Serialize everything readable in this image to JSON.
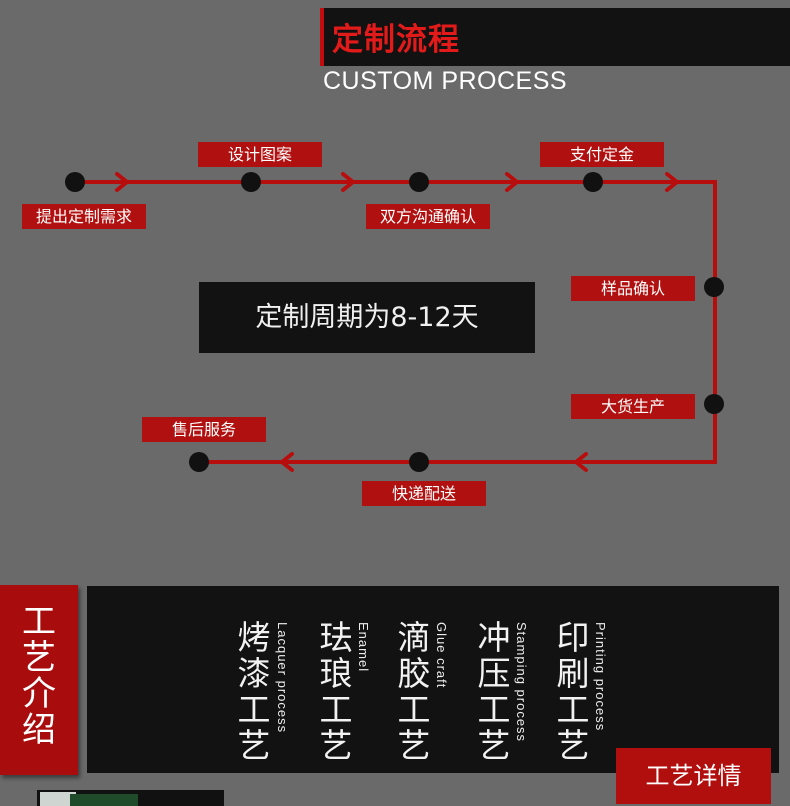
{
  "header": {
    "title": "定制流程",
    "subtitle": "CUSTOM PROCESS"
  },
  "colors": {
    "background": "#6a6a6a",
    "accent_red": "#b0100f",
    "panel_dark": "#121212",
    "title_red": "#e21a1a"
  },
  "process": {
    "steps": [
      {
        "label": "提出定制需求"
      },
      {
        "label": "设计图案"
      },
      {
        "label": "双方沟通确认"
      },
      {
        "label": "支付定金"
      },
      {
        "label": "样品确认"
      },
      {
        "label": "大货生产"
      },
      {
        "label": "快递配送"
      },
      {
        "label": "售后服务"
      }
    ],
    "cycle_note": "定制周期为8-12天"
  },
  "crafts": {
    "section_title": "工艺介绍",
    "items": [
      {
        "cn": "烤漆工艺",
        "en": "Lacquer process"
      },
      {
        "cn": "珐琅工艺",
        "en": "Enamel"
      },
      {
        "cn": "滴胶工艺",
        "en": "Glue craft"
      },
      {
        "cn": "冲压工艺",
        "en": "Stamping process"
      },
      {
        "cn": "印刷工艺",
        "en": "Printing process"
      }
    ],
    "detail_button": "工艺详情"
  },
  "icons": [
    "node-dot-icon",
    "arrow-right-icon",
    "arrow-left-icon"
  ]
}
